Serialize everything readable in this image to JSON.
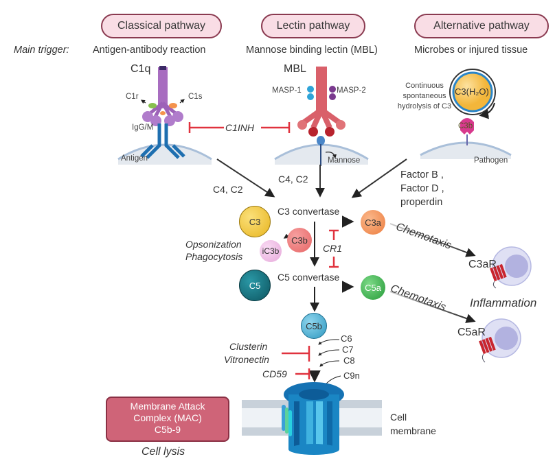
{
  "pathways": [
    {
      "name": "Classical pathway",
      "trigger": "Antigen-antibody reaction"
    },
    {
      "name": "Lectin pathway",
      "trigger": "Mannose binding lectin (MBL)"
    },
    {
      "name": "Alternative pathway",
      "trigger": "Microbes or injured tissue"
    }
  ],
  "main_trigger_label": "Main trigger:",
  "classical": {
    "c1q": "C1q",
    "c1r": "C1r",
    "c1s": "C1s",
    "antibody": "IgG/M",
    "surface": "Antigen",
    "inhibitor": "C1INH",
    "factors": "C4, C2"
  },
  "lectin": {
    "mbl": "MBL",
    "masp1": "MASP-1",
    "masp2": "MASP-2",
    "surface": "Mannose",
    "factors": "C4, C2"
  },
  "alternative": {
    "hydrolysis_line1": "Continuous",
    "hydrolysis_line2": "spontaneous",
    "hydrolysis_line3": "hydrolysis of C3",
    "c3h2o": "C3(H₂O)",
    "c3b": "C3b",
    "surface": "Pathogen",
    "factor_b": "Factor B ,",
    "factor_d": "Factor D ,",
    "properdin": "properdin"
  },
  "cascade": {
    "c3": "C3",
    "c3_convertase": "C3 convertase",
    "c3a": "C3a",
    "c3b": "C3b",
    "ic3b": "iC3b",
    "opsonization": "Opsonization",
    "phagocytosis": "Phagocytosis",
    "cr1": "CR1",
    "c5": "C5",
    "c5_convertase": "C5 convertase",
    "c5a": "C5a",
    "c5b": "C5b",
    "c6": "C6",
    "c7": "C7",
    "c8": "C8",
    "c9n": "C9n",
    "clusterin": "Clusterin",
    "vitronectin": "Vitronectin",
    "cd59": "CD59"
  },
  "effects": {
    "chemotaxis1": "Chemotaxis",
    "chemotaxis2": "Chemotaxis",
    "c3ar": "C3aR",
    "c5ar": "C5aR",
    "inflammation": "Inflammation"
  },
  "mac": {
    "line1": "Membrane Attack",
    "line2": "Complex (MAC)",
    "line3": "C5b-9",
    "outcome": "Cell lysis",
    "membrane_line1": "Cell",
    "membrane_line2": "membrane"
  },
  "colors": {
    "pill_fill": "#f9dde5",
    "pill_border": "#8a3a50",
    "inhibit": "#e0323e",
    "c3": "#f2c232",
    "c3a": "#f0925a",
    "c3b": "#ec7b7b",
    "ic3b": "#efc0e6",
    "c5": "#136d7a",
    "c5a": "#3bb04b",
    "c5b": "#4cb3d6",
    "mac_box": "#cf6478"
  }
}
